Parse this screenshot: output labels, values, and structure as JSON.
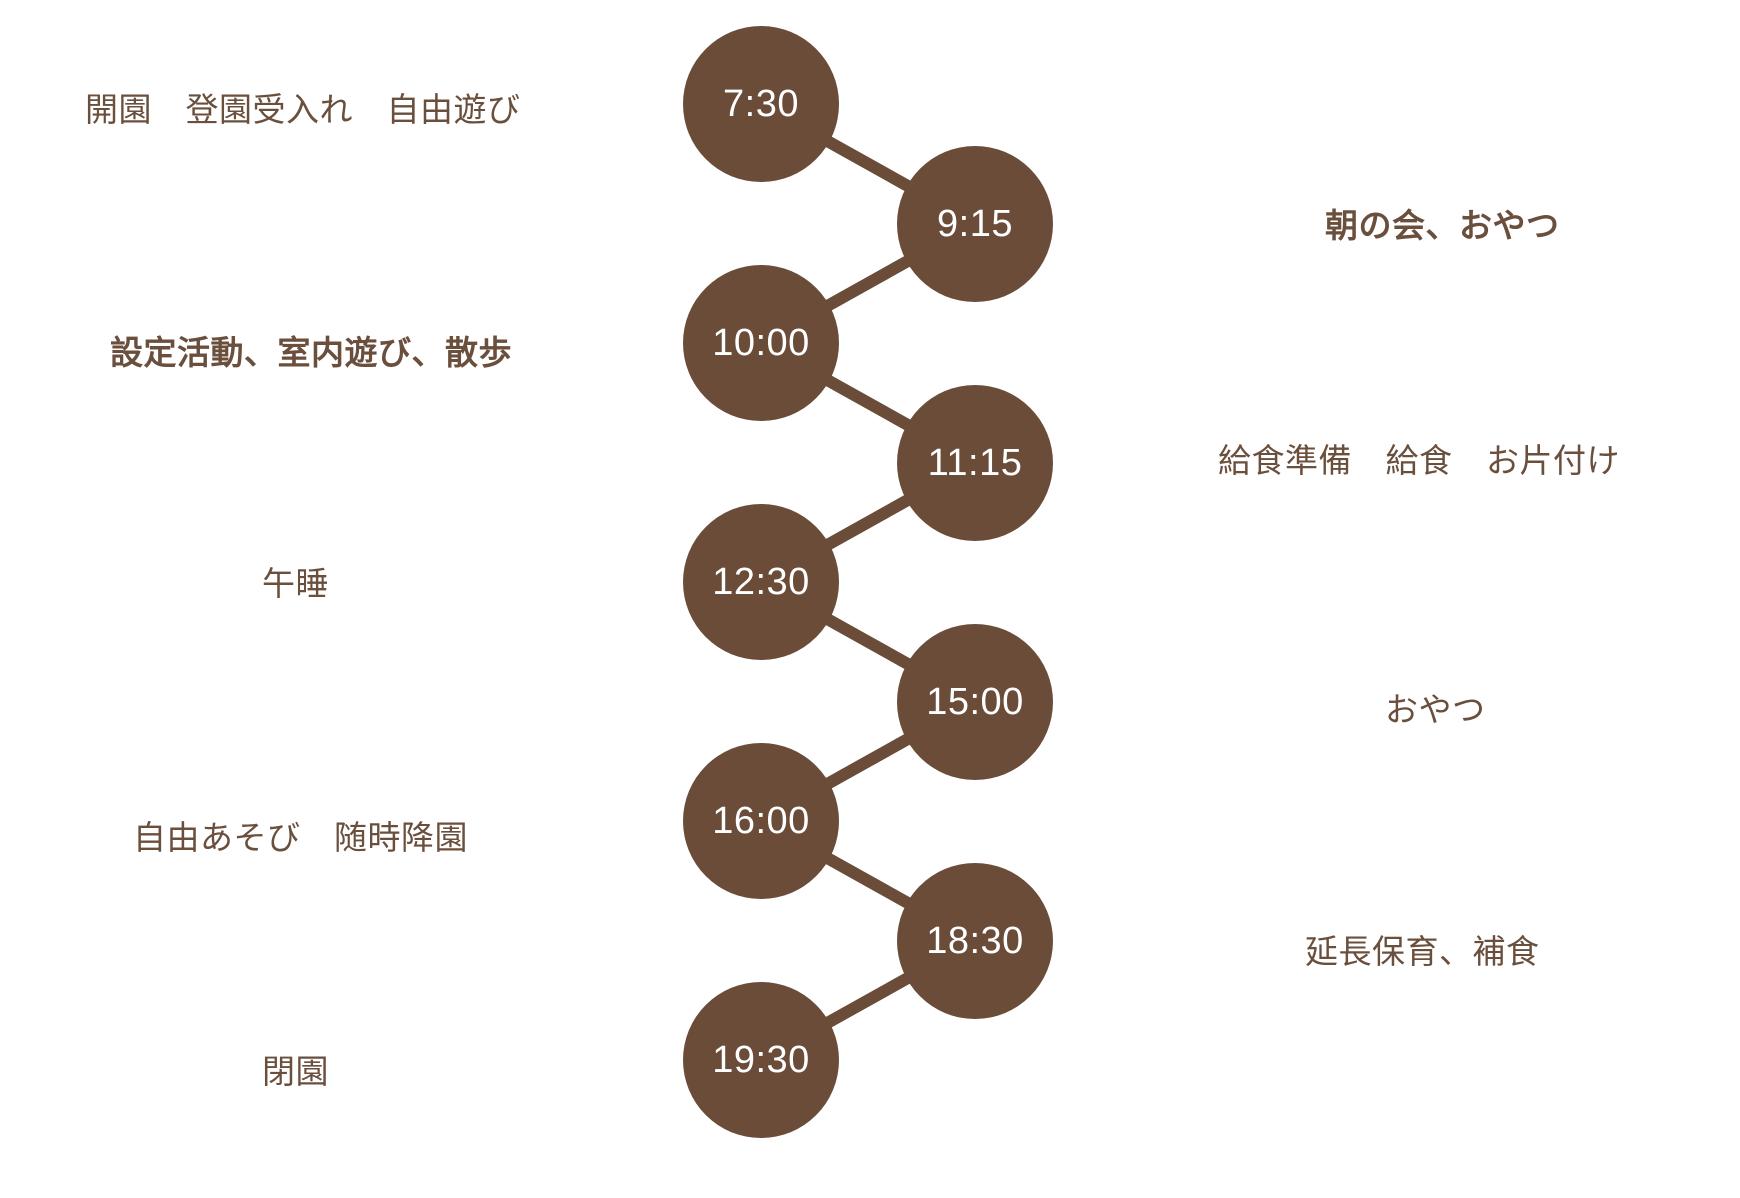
{
  "page": {
    "background_color": "#ffffff",
    "description": "nursery daily schedule zigzag timeline"
  },
  "palette": {
    "node_fill": "#6a4c39",
    "connector_line": "#6a4c39",
    "activity_text": "#6b4f3d",
    "time_text": "#ffffff"
  },
  "timeline": {
    "nodes": [
      {
        "time": "7:30",
        "side": "left",
        "label": "開園　登園受入れ　自由遊び",
        "bold": false
      },
      {
        "time": "9:15",
        "side": "right",
        "label": "朝の会、おやつ",
        "bold": true
      },
      {
        "time": "10:00",
        "side": "left",
        "label": "設定活動、室内遊び、散歩",
        "bold": true
      },
      {
        "time": "11:15",
        "side": "right",
        "label": "給食準備　給食　お片付け",
        "bold": false
      },
      {
        "time": "12:30",
        "side": "left",
        "label": "午睡",
        "bold": false
      },
      {
        "time": "15:00",
        "side": "right",
        "label": "おやつ",
        "bold": false
      },
      {
        "time": "16:00",
        "side": "left",
        "label": "自由あそび　随時降園",
        "bold": false
      },
      {
        "time": "18:30",
        "side": "right",
        "label": "延長保育、補食",
        "bold": false
      },
      {
        "time": "19:30",
        "side": "left",
        "label": "閉園",
        "bold": false
      }
    ]
  }
}
